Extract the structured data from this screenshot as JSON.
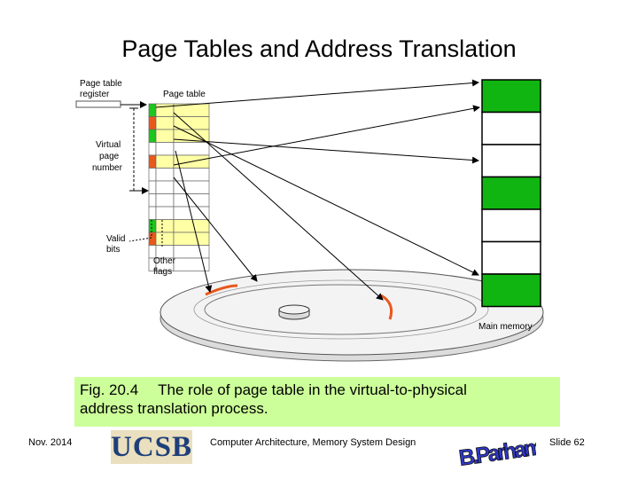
{
  "slide": {
    "title": "Page Tables and Address Translation"
  },
  "diagram": {
    "labels": {
      "page_table_register": [
        "Page table",
        "register"
      ],
      "page_table": "Page table",
      "virtual_page_number": [
        "Virtual",
        "page",
        "number"
      ],
      "valid_bits": [
        "Valid",
        "bits"
      ],
      "other_flags": [
        "Other",
        "flags"
      ],
      "main_memory": "Main memory"
    },
    "page_table_rows": [
      {
        "valid": "green"
      },
      {
        "valid": "orange"
      },
      {
        "valid": "green"
      },
      {
        "valid": "none"
      },
      {
        "valid": "orange"
      },
      {
        "valid": "none"
      },
      {
        "valid": "none"
      },
      {
        "valid": "none"
      },
      {
        "valid": "none"
      },
      {
        "valid": "green"
      },
      {
        "valid": "orange"
      },
      {
        "valid": "none"
      },
      {
        "valid": "none"
      }
    ],
    "main_memory_frames": [
      "green",
      "white",
      "white",
      "green",
      "white",
      "white",
      "green"
    ],
    "colors": {
      "valid_green": "#1dc61d",
      "valid_orange": "#e8581c",
      "highlight_row": "#ffffa6",
      "frame_green": "#11b511",
      "disk_track": "#e8581c",
      "caption_bg": "#ccff99"
    }
  },
  "caption": {
    "figure": "Fig. 20.4",
    "text_line1": "The role of page table in the virtual-to-physical",
    "text_line2": "address translation process."
  },
  "footer": {
    "date": "Nov. 2014",
    "logo_text": "UCSB",
    "course": "Computer Architecture, Memory System Design",
    "signature_text": "B. Parhami",
    "slide_number": "Slide 62"
  }
}
